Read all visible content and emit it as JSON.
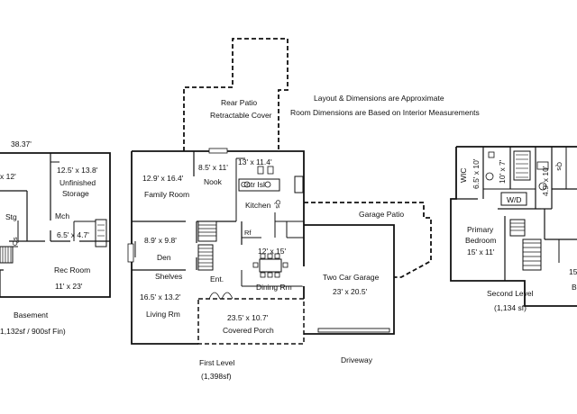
{
  "notes": {
    "line1": "Layout & Dimensions are Approximate",
    "line2": "Room Dimensions are Based on Interior Measurements"
  },
  "basement": {
    "width_label": "38.37'",
    "room_12": "x 12'",
    "storage_dims": "12.5' x 13.8'",
    "storage_name1": "Unfinished",
    "storage_name2": "Storage",
    "stg": "Stg",
    "mch": "Mch",
    "mch_dims": "6.5' x 4.7'",
    "qs": "Qs",
    "rec_name": "Rec Room",
    "rec_dims": "11' x 23'",
    "level_name": "Basement",
    "level_area": "1,132sf / 900sf Fin)"
  },
  "first_level": {
    "patio_name": "Rear Patio",
    "patio_desc": "Retractable Cover",
    "family_dims": "12.9' x 16.4'",
    "family_name": "Family Room",
    "nook_dims": "8.5' x 11'",
    "nook_name": "Nook",
    "kitchen_dims": "13' x 11.4'",
    "island": "Cntr Isl",
    "kitchen_name": "Kitchen",
    "den_dims": "8.9' x 9.8'",
    "den_name": "Den",
    "shelves": "Shelves",
    "ref": "Rf",
    "qs": "Qs",
    "dining_dims": "12' x 15'",
    "dining_name": "Dining Rm",
    "living_dims": "16.5' x 13.2'",
    "living_name": "Living Rm",
    "entry": "Ent.",
    "porch_dims": "23.5' x 10.7'",
    "porch_name": "Covered Porch",
    "garage_patio": "Garage Patio",
    "garage_name": "Two Car Garage",
    "garage_dims": "23' x 20.5'",
    "driveway": "Driveway",
    "level_name": "First Level",
    "level_area": "(1,398sf)"
  },
  "second_level": {
    "wic": "WIC",
    "wic_dims": "6.5' x 10'",
    "bath_dims": "10' x 7'",
    "closet_dims": "4.9' x 10'",
    "qs": "Qs",
    "wd": "W/D",
    "primary_name1": "Primary",
    "primary_name2": "Bedroom",
    "primary_dims": "15' x 11'",
    "bed_dims_partial": "15",
    "bed_partial": "B",
    "level_name": "Second Level",
    "level_area": "(1,134 sf)"
  }
}
